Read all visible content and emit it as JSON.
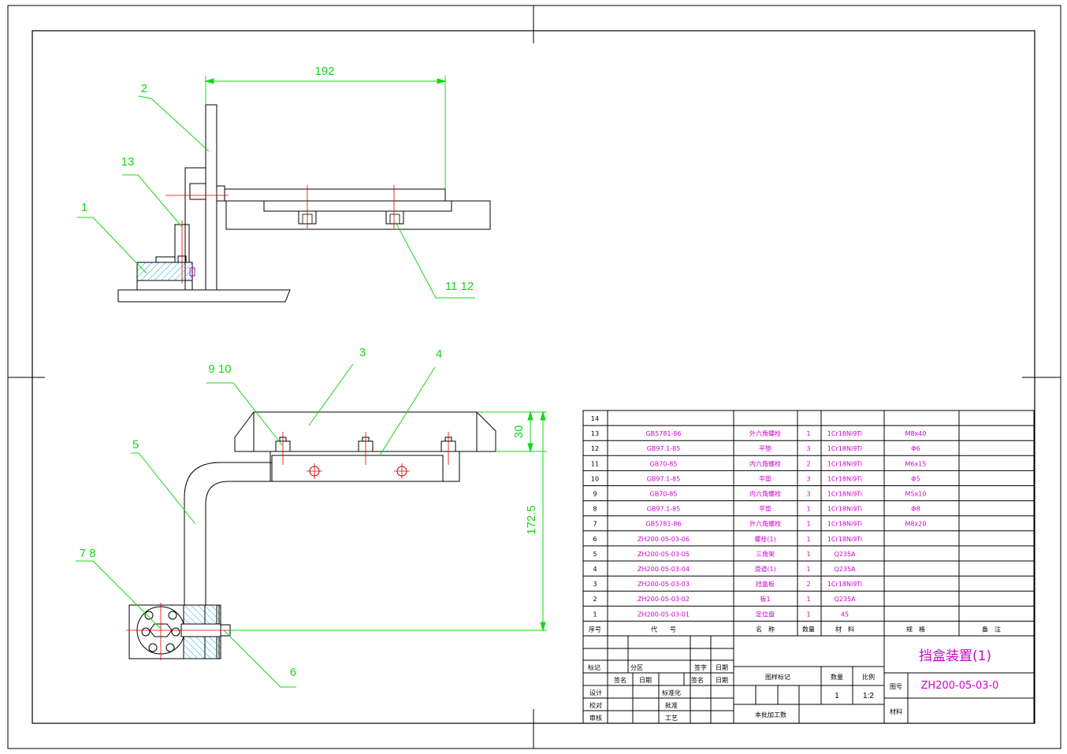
{
  "drawing": {
    "title": "挡盒装置(1)",
    "drawing_number": "ZH200-05-03-0",
    "quantity": "1",
    "scale": "1:2"
  },
  "dimensions": {
    "width_192": "192",
    "height_30": "30",
    "height_172_5": "172.5"
  },
  "callouts": {
    "c1": "1",
    "c2": "2",
    "c3": "3",
    "c4": "4",
    "c5": "5",
    "c6": "6",
    "c13": "13",
    "c11_12": "11 12",
    "c9_10": "9 10",
    "c7_8": "7 8"
  },
  "bom": {
    "rows": [
      {
        "no": "14",
        "code": "",
        "name": "",
        "qty": "",
        "material": "",
        "spec": "",
        "note": ""
      },
      {
        "no": "13",
        "code": "GB5781-86",
        "name": "外六角螺栓",
        "qty": "1",
        "material": "1Cr18Ni9Ti",
        "spec": "M8x40",
        "note": ""
      },
      {
        "no": "12",
        "code": "GB97.1-85",
        "name": "平垫",
        "qty": "3",
        "material": "1Cr18Ni9Ti",
        "spec": "Φ6",
        "note": ""
      },
      {
        "no": "11",
        "code": "GB70-85",
        "name": "内六角螺栓",
        "qty": "2",
        "material": "1Cr18Ni9Ti",
        "spec": "M6x15",
        "note": ""
      },
      {
        "no": "10",
        "code": "GB97.1-85",
        "name": "平垫",
        "qty": "3",
        "material": "1Cr18Ni9Ti",
        "spec": "Φ5",
        "note": ""
      },
      {
        "no": "9",
        "code": "GB70-85",
        "name": "内六角螺栓",
        "qty": "3",
        "material": "1Cr18Ni9Ti",
        "spec": "M5x10",
        "note": ""
      },
      {
        "no": "8",
        "code": "GB97.1-85",
        "name": "平垫",
        "qty": "1",
        "material": "1Cr18Ni9Ti",
        "spec": "Φ8",
        "note": ""
      },
      {
        "no": "7",
        "code": "GB5781-86",
        "name": "外六角螺栓",
        "qty": "1",
        "material": "1Cr18Ni9Ti",
        "spec": "M8x20",
        "note": ""
      },
      {
        "no": "6",
        "code": "ZH200-05-03-06",
        "name": "螺栓(1)",
        "qty": "1",
        "material": "1Cr18Ni9Ti",
        "spec": "",
        "note": ""
      },
      {
        "no": "5",
        "code": "ZH200-05-03-05",
        "name": "三角架",
        "qty": "1",
        "material": "Q235A",
        "spec": "",
        "note": ""
      },
      {
        "no": "4",
        "code": "ZH200-05-03-04",
        "name": "滑道(1)",
        "qty": "1",
        "material": "Q235A",
        "spec": "",
        "note": ""
      },
      {
        "no": "3",
        "code": "ZH200-05-03-03",
        "name": "挡盒板",
        "qty": "2",
        "material": "1Cr18Ni9Ti",
        "spec": "",
        "note": ""
      },
      {
        "no": "2",
        "code": "ZH200-05-03-02",
        "name": "板1",
        "qty": "1",
        "material": "Q235A",
        "spec": "",
        "note": ""
      },
      {
        "no": "1",
        "code": "ZH200-05-03-01",
        "name": "定位盘",
        "qty": "1",
        "material": "45",
        "spec": "",
        "note": ""
      }
    ],
    "header": {
      "no": "序号",
      "code": "代　　号",
      "name": "名　称",
      "qty": "数量",
      "material": "材　料",
      "spec": "规　格",
      "note": "备　注"
    }
  },
  "titleblock": {
    "mark": "标记",
    "zone": "分区",
    "sign": "签字",
    "date": "日期",
    "sign2": "签名",
    "date2": "日期",
    "sign3": "签名",
    "date3": "日期",
    "design": "设计",
    "std": "标准化",
    "check": "校对",
    "approve": "批准",
    "audit": "审核",
    "process": "工艺",
    "stage_mark": "图样标记",
    "qty_label": "数量",
    "scale_label": "比例",
    "batch": "本批加工数",
    "drawing_no_label": "图号",
    "material_label": "材料"
  }
}
